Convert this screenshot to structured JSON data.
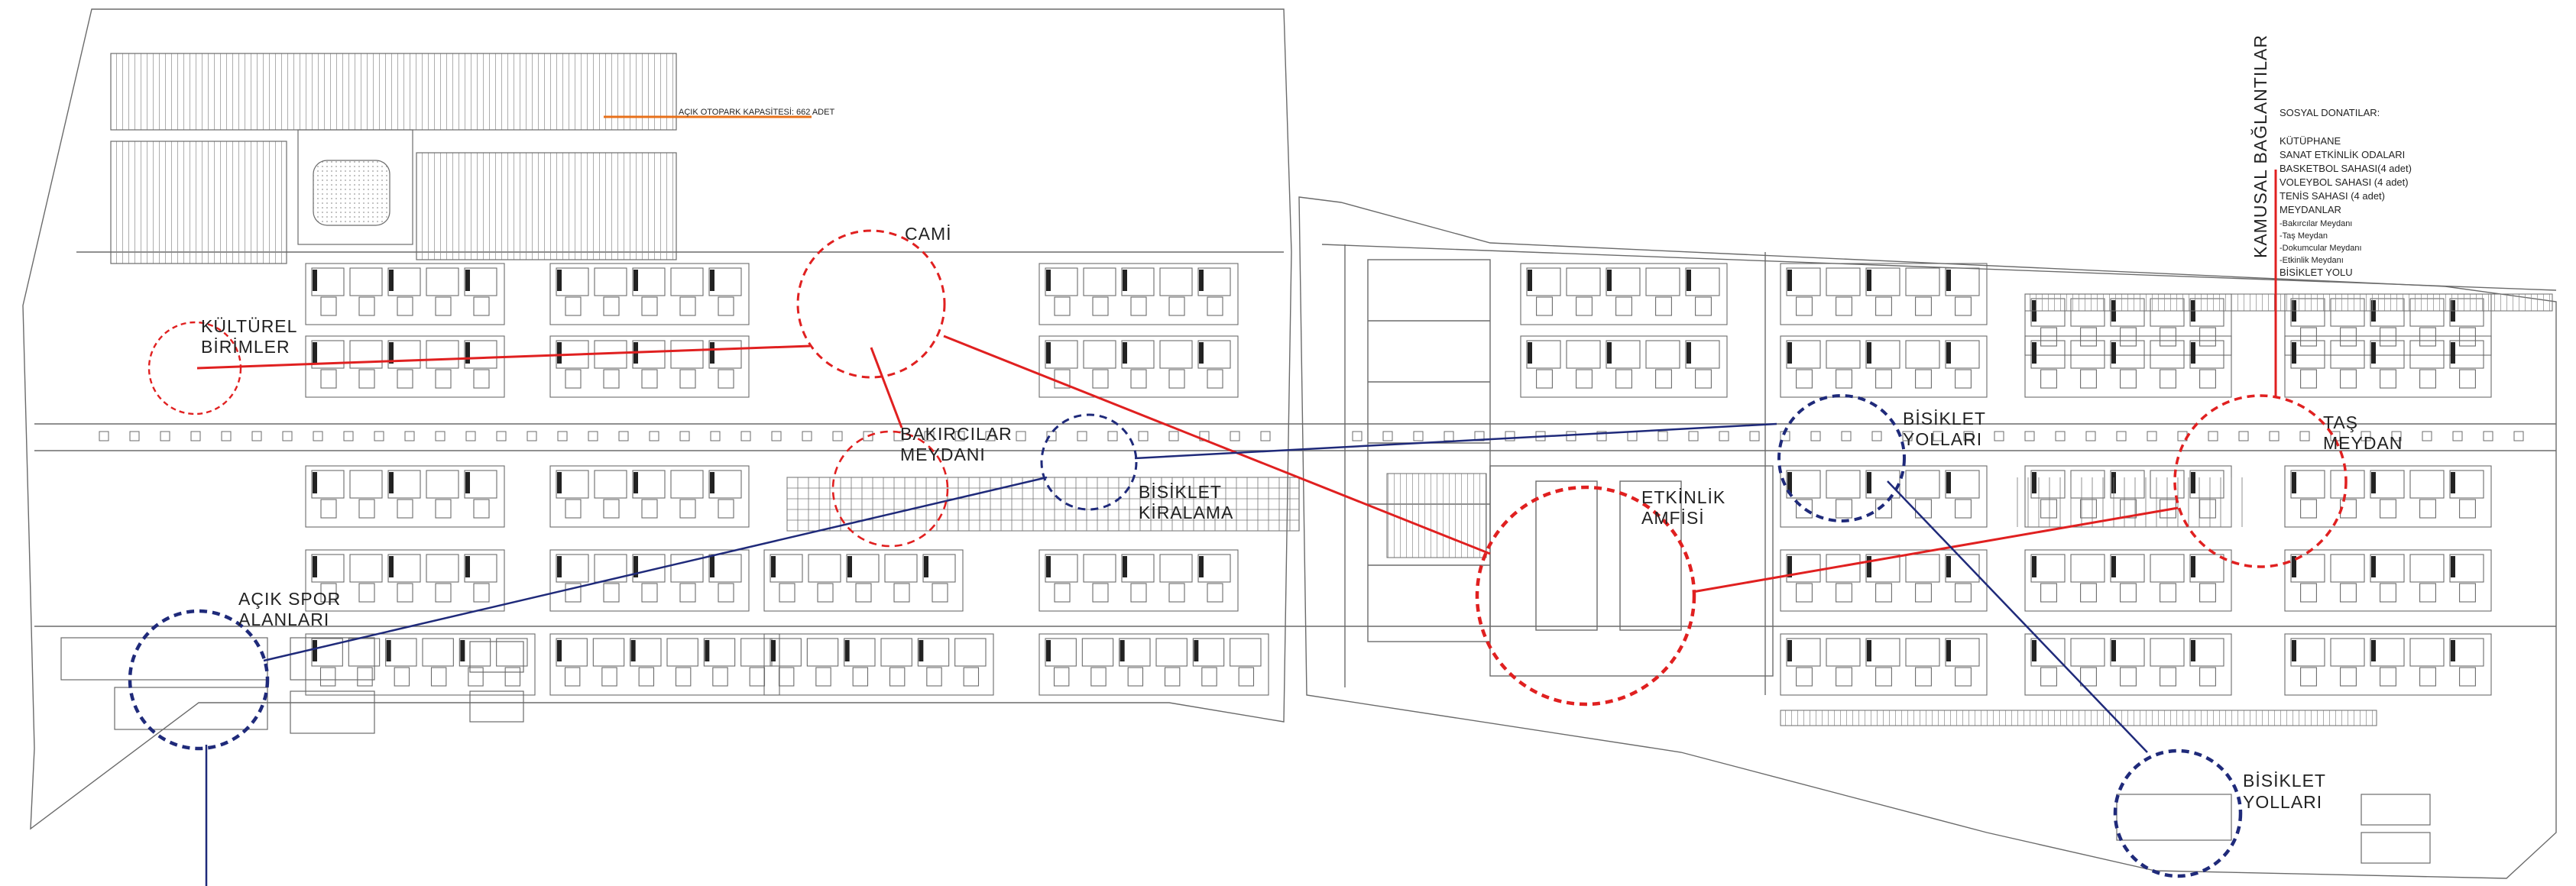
{
  "colors": {
    "line": "#6b6b6b",
    "hatch": "#9a9a9a",
    "red": "#e02020",
    "blue": "#1f2a7a",
    "orange": "#e8701a",
    "text": "#222222"
  },
  "labels": {
    "parking": "AÇIK OTOPARK KAPASİTESİ: 662 ADET",
    "cami": "CAMİ",
    "kulturel_1": "KÜLTÜREL",
    "kulturel_2": "BİRİMLER",
    "bakircilar_1": "BAKIRCILAR",
    "bakircilar_2": "MEYDANI",
    "bisiklet_kiralama_1": "BİSİKLET",
    "bisiklet_kiralama_2": "KİRALAMA",
    "acik_spor_1": "AÇIK SPOR",
    "acik_spor_2": "ALANLARI",
    "etkinlik_1": "ETKİNLİK",
    "etkinlik_2": "AMFİSİ",
    "bisiklet_yollari_top_1": "BİSİKLET",
    "bisiklet_yollari_top_2": "YOLLARI",
    "tas_1": "TAŞ",
    "tas_2": "MEYDAN",
    "bisiklet_yollari_bottom_1": "BİSİKLET",
    "bisiklet_yollari_bottom_2": "YOLLARI",
    "kamusal": "KAMUSAL BAĞLANTILAR"
  },
  "social_facilities": {
    "title": "SOSYAL DONATILAR:",
    "items": [
      "KÜTÜPHANE",
      "SANAT ETKİNLİK ODALARI",
      "BASKETBOL SAHASI(4 adet)",
      "VOLEYBOL SAHASI (4 adet)",
      "TENİS SAHASI (4 adet)",
      "MEYDANLAR"
    ],
    "subitems": [
      "-Bakırcılar Meydanı",
      "-Taş Meydan",
      "-Dokumcular Meydanı",
      "-Etkinlik Meydanı"
    ],
    "last": "BİSİKLET YOLU"
  }
}
